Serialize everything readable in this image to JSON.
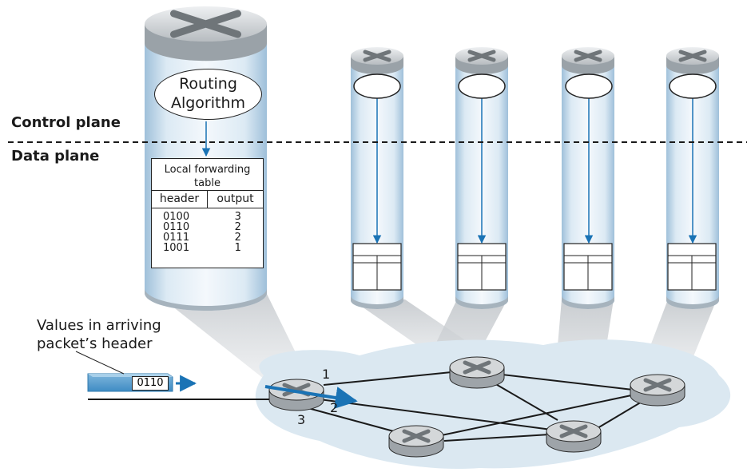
{
  "planes": {
    "control": "Control plane",
    "data": "Data plane"
  },
  "routing_algorithm": {
    "line1": "Routing",
    "line2": "Algorithm"
  },
  "forwarding_table": {
    "title_line1": "Local forwarding",
    "title_line2": "table",
    "col_header": "header",
    "col_output": "output",
    "rows": [
      {
        "header": "0100",
        "output": "3"
      },
      {
        "header": "0110",
        "output": "2"
      },
      {
        "header": "0111",
        "output": "2"
      },
      {
        "header": "1001",
        "output": "1"
      }
    ]
  },
  "arriving_packet": {
    "caption_line1": "Values in arriving",
    "caption_line2": "packet’s header",
    "header_value": "0110"
  },
  "router_ports": {
    "port1": "1",
    "port2": "2",
    "port3": "3"
  },
  "colors": {
    "accent_blue": "#1a73b5",
    "cloud": "#dbe8f1",
    "cylinder_light": "#e9f1f8",
    "cylinder_mid": "#a9c7de",
    "router_fill": "#c9ccce"
  }
}
